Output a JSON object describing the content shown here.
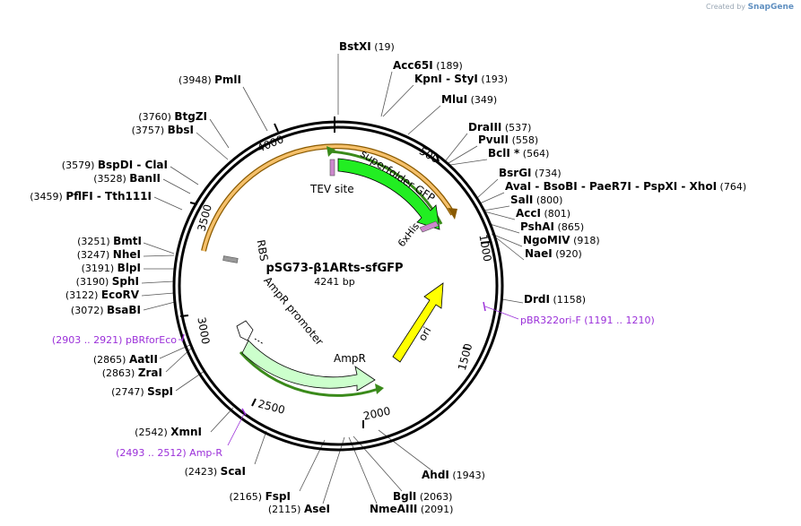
{
  "brand": {
    "prefix": "Created by",
    "name": "SnapGene"
  },
  "plasmid": {
    "name": "pSG73-β1ARts-sfGFP",
    "length": "4241 bp"
  },
  "ticks": [
    "500",
    "1000",
    "1500",
    "2000",
    "2500",
    "3000",
    "3500",
    "4000"
  ],
  "features": [
    {
      "name": "superfolder GFP",
      "color": "#22ee22"
    },
    {
      "name": "ori",
      "color": "#ffff00"
    },
    {
      "name": "AmpR",
      "color": "#ccffcc"
    },
    {
      "name": "AmpR promoter",
      "color": "#ffffff"
    },
    {
      "name": "TEV site",
      "color": "#cc88cc"
    },
    {
      "name": "6xHis",
      "color": "#cc88cc"
    },
    {
      "name": "RBS",
      "color": "#999999"
    }
  ],
  "sites": [
    {
      "name": "BstXI",
      "pos": "(19)",
      "side": "right"
    },
    {
      "name": "Acc65I",
      "pos": "(189)",
      "side": "right"
    },
    {
      "name": "KpnI  -  StyI",
      "pos": "(193)",
      "side": "right"
    },
    {
      "name": "MluI",
      "pos": "(349)",
      "side": "right"
    },
    {
      "name": "DraIII",
      "pos": "(537)",
      "side": "right"
    },
    {
      "name": "PvuII",
      "pos": "(558)",
      "side": "right"
    },
    {
      "name": "BclI *",
      "pos": "(564)",
      "side": "right"
    },
    {
      "name": "BsrGI",
      "pos": "(734)",
      "side": "right"
    },
    {
      "name": "AvaI  -  BsoBI  -  PaeR7I  -  PspXI  -  XhoI",
      "pos": "(764)",
      "side": "right"
    },
    {
      "name": "SalI",
      "pos": "(800)",
      "side": "right"
    },
    {
      "name": "AccI",
      "pos": "(801)",
      "side": "right"
    },
    {
      "name": "PshAI",
      "pos": "(865)",
      "side": "right"
    },
    {
      "name": "NgoMIV",
      "pos": "(918)",
      "side": "right"
    },
    {
      "name": "NaeI",
      "pos": "(920)",
      "side": "right"
    },
    {
      "name": "DrdI",
      "pos": "(1158)",
      "side": "right"
    },
    {
      "name": "AhdI",
      "pos": "(1943)",
      "side": "right"
    },
    {
      "name": "BglI",
      "pos": "(2063)",
      "side": "right"
    },
    {
      "name": "NmeAIII",
      "pos": "(2091)",
      "side": "right"
    },
    {
      "name": "AseI",
      "pos": "(2115)",
      "side": "left"
    },
    {
      "name": "FspI",
      "pos": "(2165)",
      "side": "left"
    },
    {
      "name": "ScaI",
      "pos": "(2423)",
      "side": "left"
    },
    {
      "name": "XmnI",
      "pos": "(2542)",
      "side": "left"
    },
    {
      "name": "SspI",
      "pos": "(2747)",
      "side": "left"
    },
    {
      "name": "ZraI",
      "pos": "(2863)",
      "side": "left"
    },
    {
      "name": "AatII",
      "pos": "(2865)",
      "side": "left"
    },
    {
      "name": "BsaBI",
      "pos": "(3072)",
      "side": "left"
    },
    {
      "name": "EcoRV",
      "pos": "(3122)",
      "side": "left"
    },
    {
      "name": "SphI",
      "pos": "(3190)",
      "side": "left"
    },
    {
      "name": "BlpI",
      "pos": "(3191)",
      "side": "left"
    },
    {
      "name": "NheI",
      "pos": "(3247)",
      "side": "left"
    },
    {
      "name": "BmtI",
      "pos": "(3251)",
      "side": "left"
    },
    {
      "name": "PflFI  -  Tth111I",
      "pos": "(3459)",
      "side": "left"
    },
    {
      "name": "BanII",
      "pos": "(3528)",
      "side": "left"
    },
    {
      "name": "BspDI  -  ClaI",
      "pos": "(3579)",
      "side": "left"
    },
    {
      "name": "BbsI",
      "pos": "(3757)",
      "side": "left"
    },
    {
      "name": "BtgZI",
      "pos": "(3760)",
      "side": "left"
    },
    {
      "name": "PmlI",
      "pos": "(3948)",
      "side": "left"
    }
  ],
  "primers": [
    {
      "name": "pBR322ori-F",
      "pos": "(1191 .. 1210)",
      "side": "right"
    },
    {
      "name": "pBRforEco",
      "pos": "(2903 .. 2921)",
      "side": "left"
    },
    {
      "name": "Amp-R",
      "pos": "(2493 .. 2512)",
      "side": "left"
    }
  ],
  "colors": {
    "backbone": "#000000",
    "primer": "#9b30d9",
    "orf_arc": "#f5a623",
    "orf_arc_green": "#3a8a1a"
  }
}
